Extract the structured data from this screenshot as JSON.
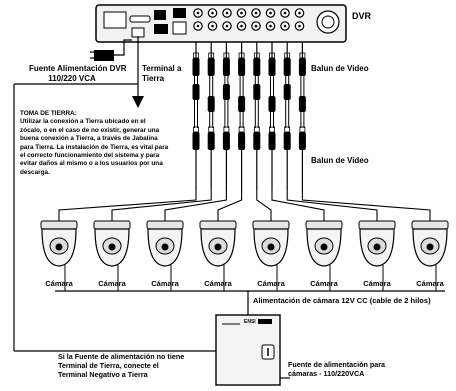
{
  "dvr_label": "DVR",
  "dvr_power_label": [
    "Fuente Alimentación DVR",
    "110/220 VCA"
  ],
  "ground_terminal_label": [
    "Terminal a",
    "Tierra"
  ],
  "balun_label_top": "Balun de Video",
  "balun_label_mid": "Balun de Video",
  "ground_note": {
    "title": "TOMA DE TIERRA:",
    "lines": [
      "Utilizar la conexión a Tierra ubicado en el",
      "zócalo, o en el caso de no existir, generar una",
      "buena conexión a Tierra, a través de Jabalina",
      "para Tierra. La instalación de Tierra, es vital para",
      "el correcto funcionamiento del sistema y para",
      "evitar daños al mismo o a los usuarios por una",
      "descarga."
    ]
  },
  "cameras": [
    "Cámara",
    "Cámara",
    "Cámara",
    "Cámara",
    "Cámara",
    "Cámara",
    "Cámara",
    "Cámara"
  ],
  "camera_power_label": "Alimentación de cámara 12V CC (cable de 2 hilos)",
  "psu_ground_note": [
    "Si la Fuente de alimentación no tiene",
    "Terminal de Tierra, conecte el",
    "Terminal Negativo a Tierra"
  ],
  "psu_label": [
    "Fuente de alimentación para",
    "cámaras  - 110/220VCA"
  ],
  "psu_brand": "ENSI",
  "colors": {
    "line": "#000000",
    "bg": "#ffffff",
    "device": "#f2f2f2"
  }
}
